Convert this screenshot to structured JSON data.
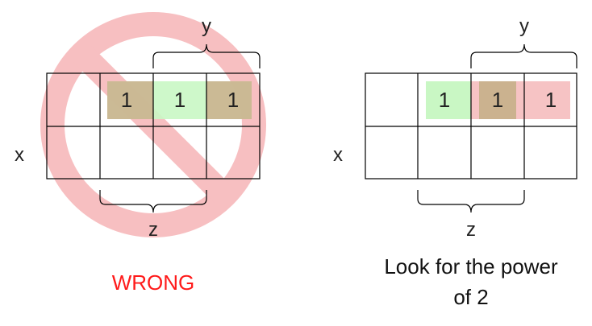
{
  "colors": {
    "prohibit_sign": "#f7bfc1",
    "green_group": "#c9f7c4",
    "brown_overlap": "#cbb28f",
    "red_group": "#f6c3c4",
    "grid_line": "#000000",
    "wrong_text": "#ff1a1a",
    "text": "#222222"
  },
  "left_panel": {
    "cells_row1": [
      "",
      "1",
      "1",
      "1"
    ],
    "cells_row2": [
      "",
      "",
      "",
      ""
    ],
    "axis_x": "x",
    "axis_y": "y",
    "axis_z": "z",
    "caption": "WRONG",
    "icon": "prohibition-sign-icon"
  },
  "right_panel": {
    "cells_row1": [
      "",
      "1",
      "1",
      "1"
    ],
    "cells_row2": [
      "",
      "",
      "",
      ""
    ],
    "axis_x": "x",
    "axis_y": "y",
    "axis_z": "z",
    "caption_line1": "Look for the power",
    "caption_line2": "of 2"
  }
}
